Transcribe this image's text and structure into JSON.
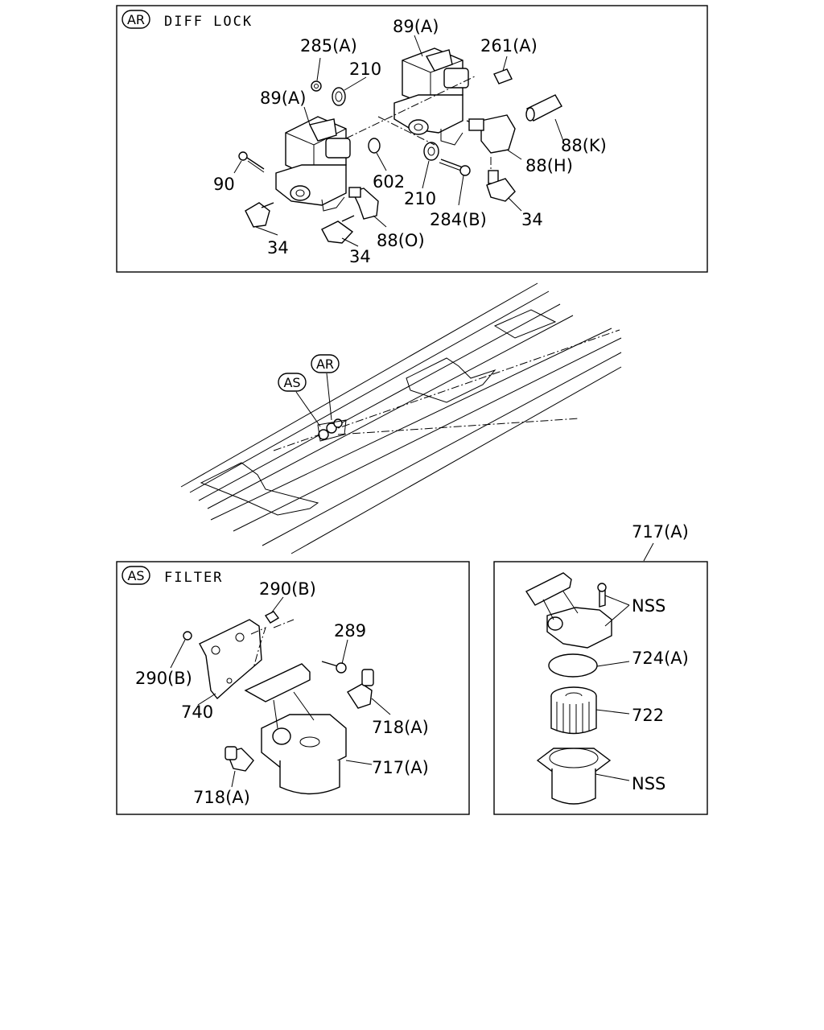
{
  "panel_diff_lock": {
    "badge": "AR",
    "title": "DIFF LOCK",
    "labels": {
      "l_285a": "285(A)",
      "l_210_top": "210",
      "l_89a_top": "89(A)",
      "l_261a": "261(A)",
      "l_89a_left": "89(A)",
      "l_88k": "88(K)",
      "l_88h": "88(H)",
      "l_90": "90",
      "l_602": "602",
      "l_210_mid": "210",
      "l_284b": "284(B)",
      "l_34_right": "34",
      "l_34_left": "34",
      "l_88o": "88(O)",
      "l_34_bottom": "34"
    }
  },
  "frame_view": {
    "badge_as": "AS",
    "badge_ar": "AR"
  },
  "panel_filter": {
    "badge": "AS",
    "title": "FILTER",
    "labels": {
      "l_290b_top": "290(B)",
      "l_289": "289",
      "l_290b_left": "290(B)",
      "l_740": "740",
      "l_718a_right": "718(A)",
      "l_717a": "717(A)",
      "l_718a_bottom": "718(A)"
    }
  },
  "panel_717": {
    "header": "717(A)",
    "labels": {
      "l_nss_top": "NSS",
      "l_724a": "724(A)",
      "l_722": "722",
      "l_nss_bottom": "NSS"
    }
  }
}
